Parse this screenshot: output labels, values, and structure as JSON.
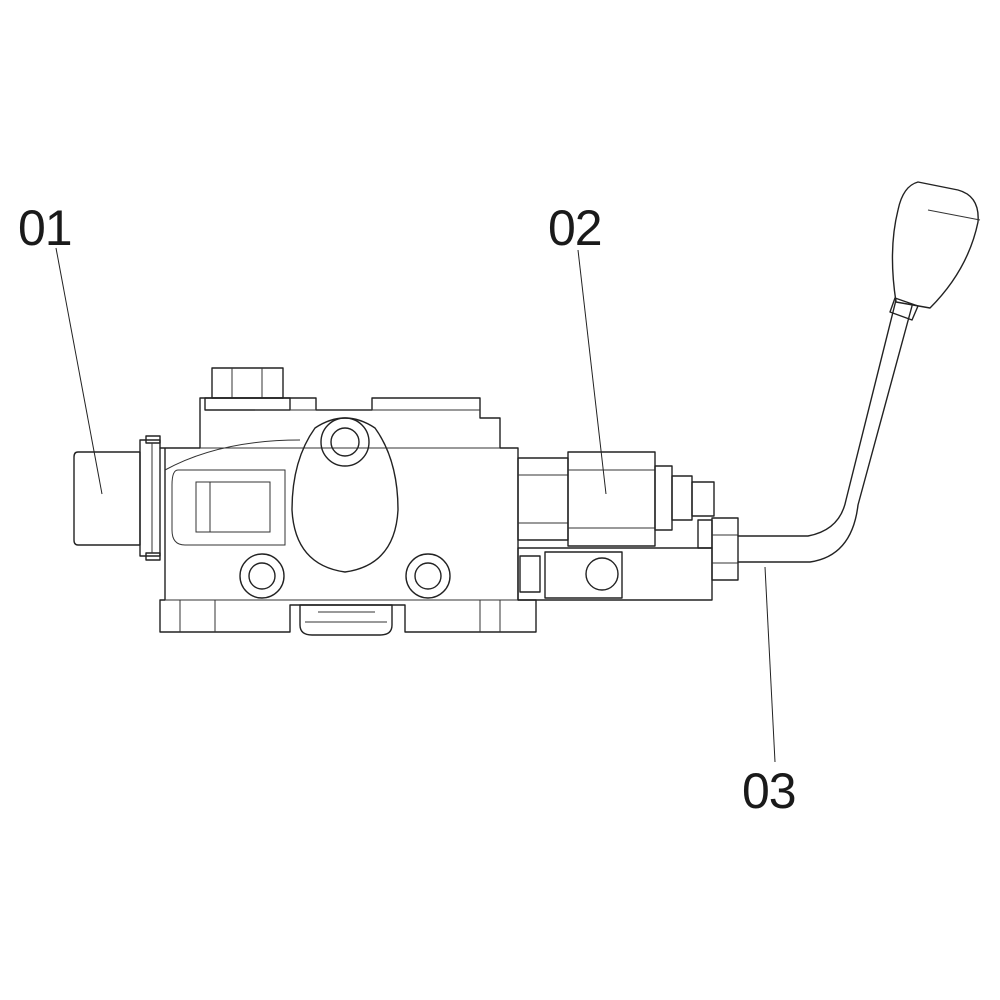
{
  "callouts": [
    {
      "id": "01",
      "label": "01"
    },
    {
      "id": "02",
      "label": "02"
    },
    {
      "id": "03",
      "label": "03"
    }
  ],
  "colors": {
    "line": "#222222",
    "background": "#ffffff"
  }
}
